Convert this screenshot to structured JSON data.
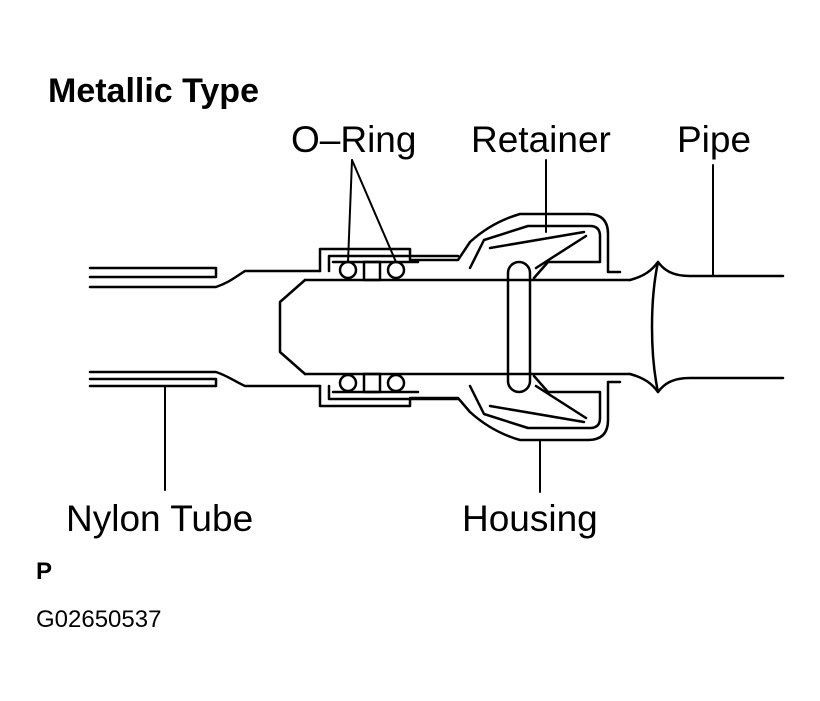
{
  "title": "Metallic Type",
  "labels": {
    "o_ring": "O–Ring",
    "retainer": "Retainer",
    "pipe": "Pipe",
    "nylon_tube": "Nylon Tube",
    "housing": "Housing"
  },
  "footer": {
    "mark": "P",
    "figure_code": "G02650537"
  }
}
